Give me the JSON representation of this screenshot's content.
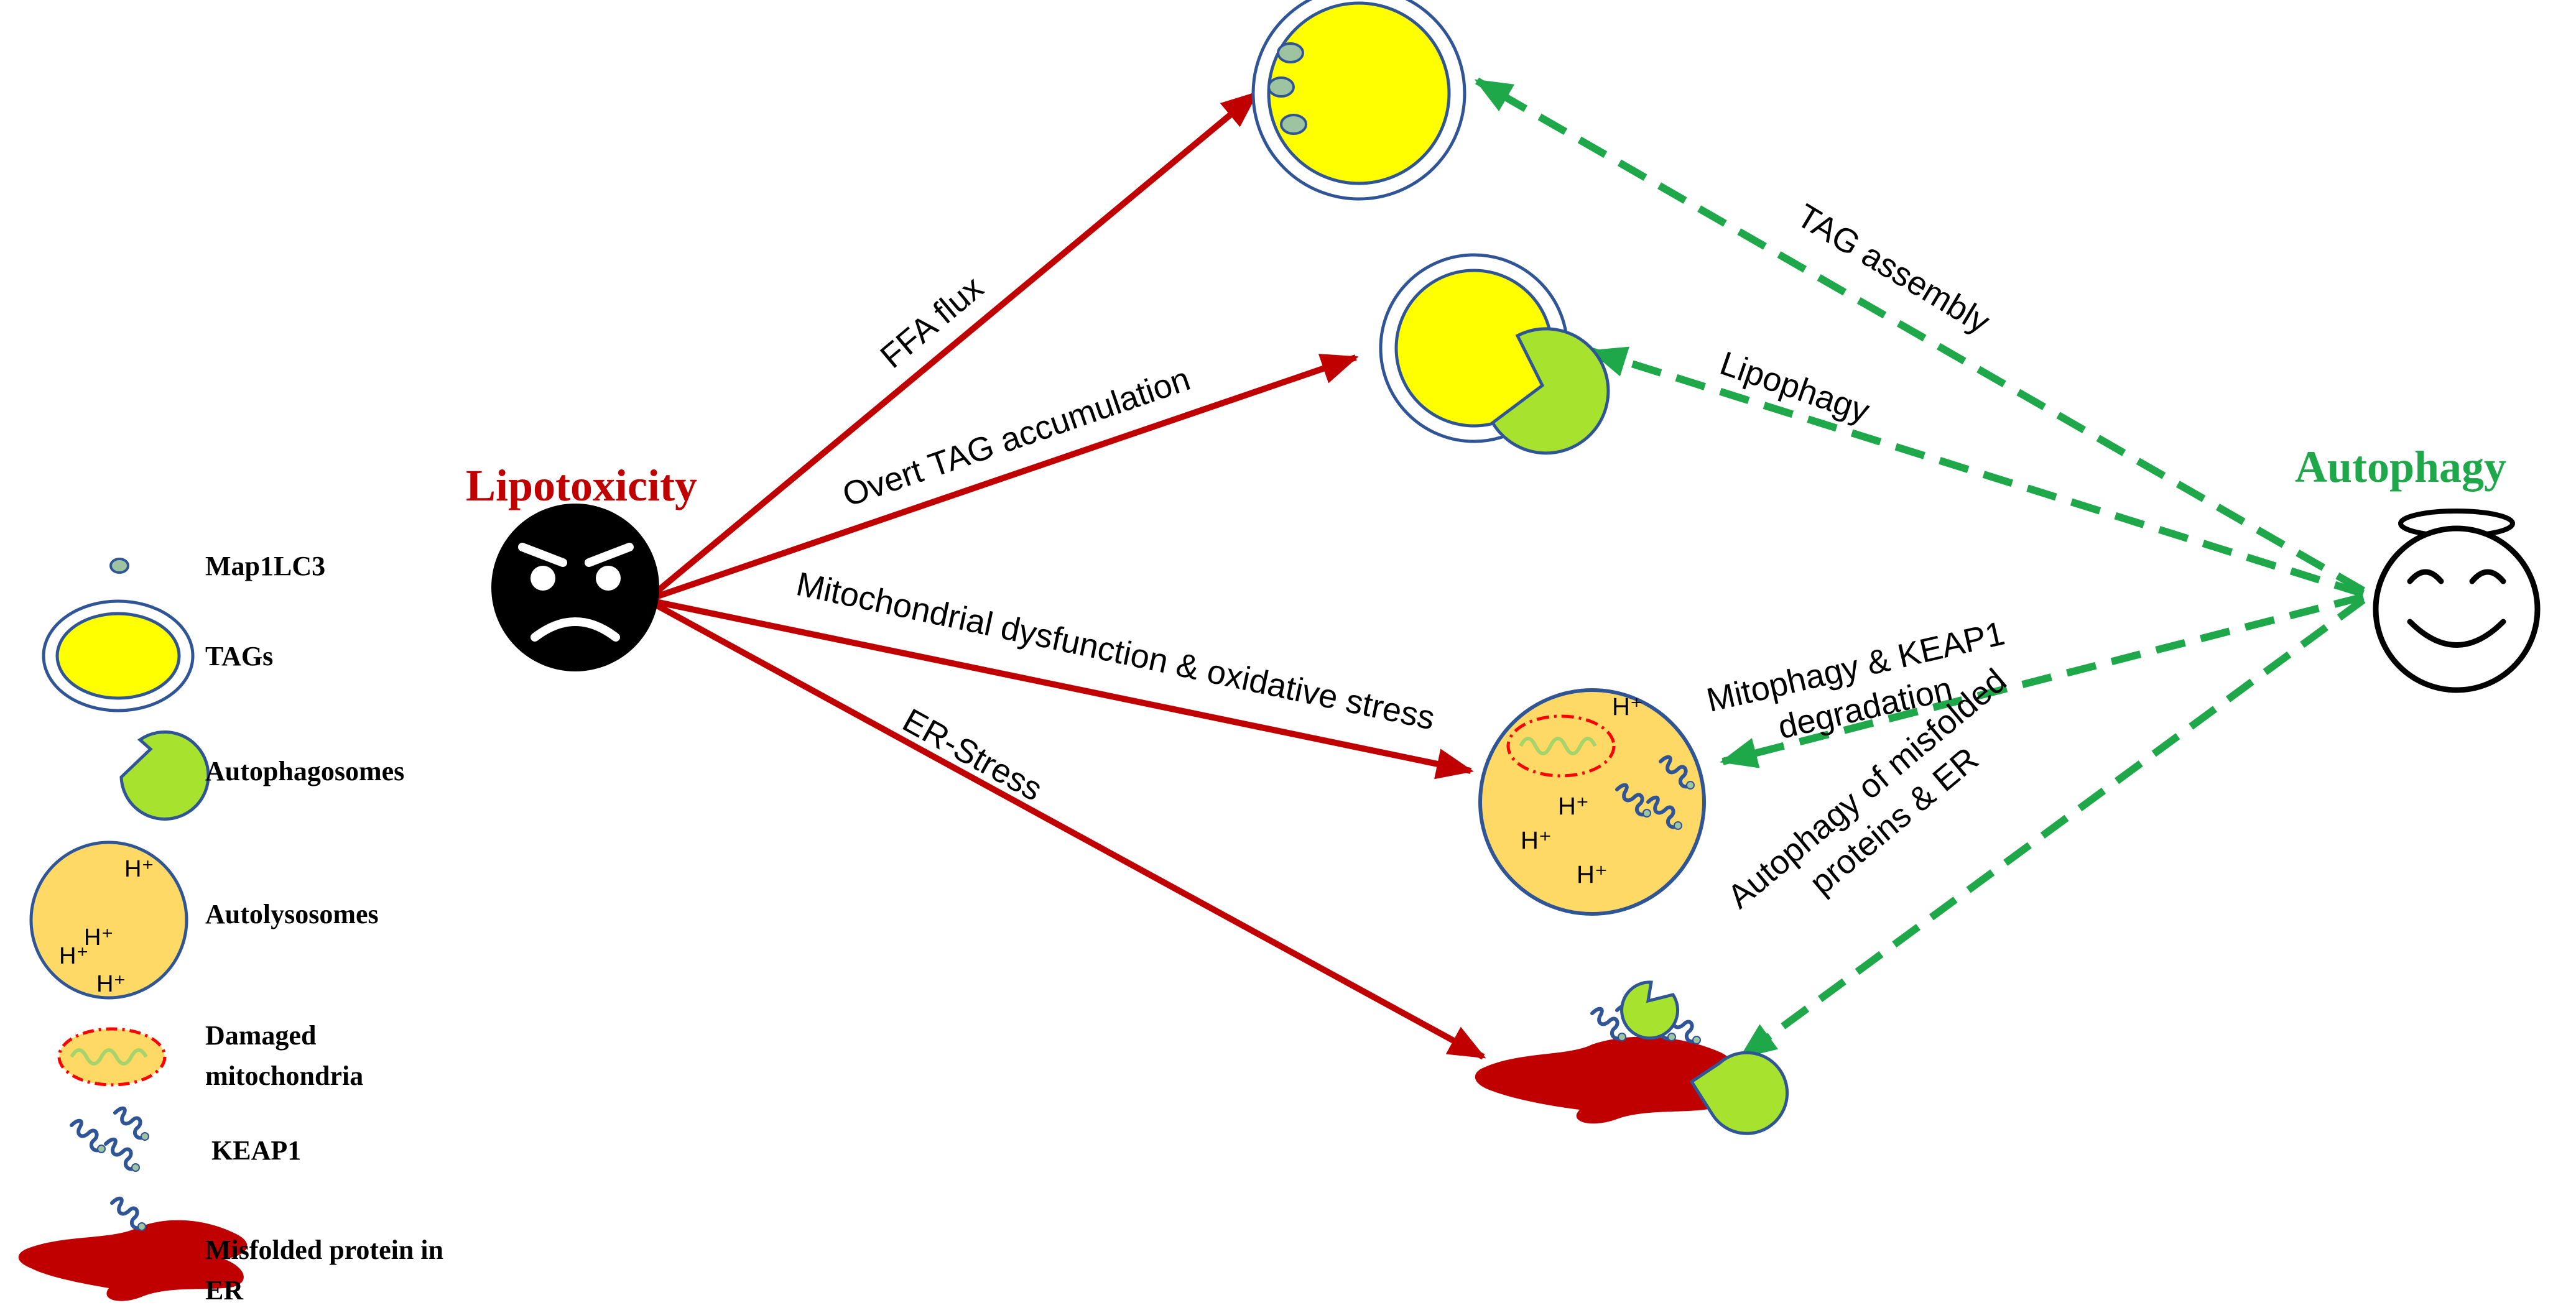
{
  "actors": {
    "lipotoxicity": {
      "label": "Lipotoxicity",
      "color": "#C00000",
      "face": "angry-face"
    },
    "autophagy": {
      "label": "Autophagy",
      "color": "#1FA84A",
      "face": "smiling-face-with-halo"
    }
  },
  "lipotoxicity_arrows": [
    {
      "label": "FFA flux"
    },
    {
      "label": "Overt TAG accumulation"
    },
    {
      "label": "Mitochondrial dysfunction & oxidative stress"
    },
    {
      "label": "ER-Stress"
    }
  ],
  "autophagy_arrows": [
    {
      "label": "TAG assembly"
    },
    {
      "label": "Lipophagy"
    },
    {
      "label_lines": [
        "Mitophagy & KEAP1",
        "degradation"
      ]
    },
    {
      "label_lines": [
        "Autophagy of misfolded",
        "proteins & ER"
      ]
    }
  ],
  "autolysosome_marks": [
    "H⁺",
    "H⁺",
    "H⁺",
    "H⁺"
  ],
  "legend": {
    "items": [
      {
        "label": "Map1LC3"
      },
      {
        "label": "TAGs"
      },
      {
        "label": "Autophagosomes"
      },
      {
        "label": "Autolysosomes",
        "marks": [
          "H⁺",
          "H⁺",
          "H⁺",
          "H⁺"
        ]
      },
      {
        "label_lines": [
          "Damaged",
          "mitochondria"
        ]
      },
      {
        "label": "KEAP1"
      },
      {
        "label_lines": [
          "Misfolded protein in",
          "ER"
        ]
      }
    ]
  },
  "colors": {
    "red_arrow": "#C00000",
    "green_arrow": "#1FA84A",
    "tag_yellow": "#FFFF00",
    "membrane_blue": "#2F5597",
    "autophagosome_green": "#A6E22E",
    "autolysosome_orange": "#FFD966",
    "map1lc3": "#9DC3A0",
    "er_red": "#C00000"
  }
}
